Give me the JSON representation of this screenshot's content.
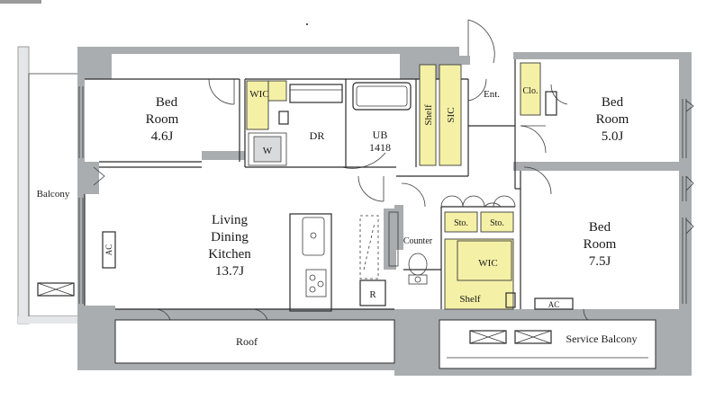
{
  "rooms": {
    "bed1": {
      "line1": "Bed",
      "line2": "Room",
      "size": "4.6J"
    },
    "bed2": {
      "line1": "Bed",
      "line2": "Room",
      "size": "5.0J"
    },
    "bed3": {
      "line1": "Bed",
      "line2": "Room",
      "size": "7.5J"
    },
    "ldk": {
      "line1": "Living",
      "line2": "Dining",
      "line3": "Kitchen",
      "size": "13.7J"
    },
    "dr": "DR",
    "ub": {
      "line1": "UB",
      "line2": "1418"
    },
    "wic1": "WIC",
    "wic2": "WIC",
    "shelf_v": "Shelf",
    "sic": "SIC",
    "ent": "Ent.",
    "clo": "Clo.",
    "sto1": "Sto.",
    "sto2": "Sto.",
    "counter": "Counter",
    "shelf": "Shelf",
    "w": "W",
    "r": "R"
  },
  "exterior": {
    "balcony": "Balcony",
    "roof": "Roof",
    "service_balcony": "Service Balcony"
  },
  "equipment": {
    "ac1": "AC",
    "ac2": "AC"
  },
  "colors": {
    "wall": "#a9adb0",
    "fixture_fill": "#f4f0a6",
    "line": "#2b2b2b"
  }
}
